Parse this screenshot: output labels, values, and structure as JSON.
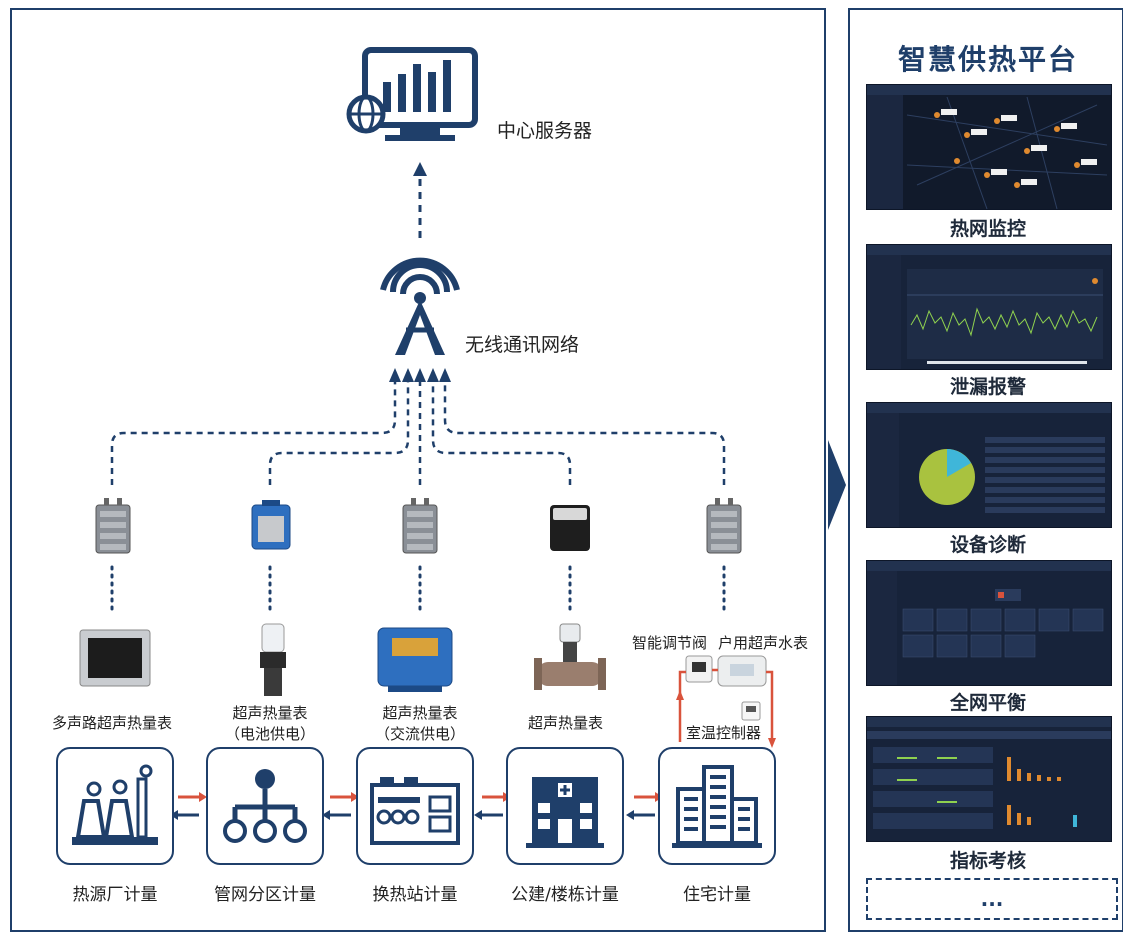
{
  "diagram": {
    "server_label": "中心服务器",
    "network_label": "无线通讯网络",
    "meters": [
      {
        "label": "多声路超声热量表"
      },
      {
        "label": "超声热量表",
        "sub": "（电池供电）"
      },
      {
        "label": "超声热量表",
        "sub": "（交流供电）"
      },
      {
        "label": "超声热量表"
      }
    ],
    "residential_devices": {
      "valve": "智能调节阀",
      "water_meter": "户用超声水表",
      "room_controller": "室温控制器"
    },
    "stages": [
      {
        "label": "热源厂计量"
      },
      {
        "label": "管网分区计量"
      },
      {
        "label": "换热站计量"
      },
      {
        "label": "公建/楼栋计量"
      },
      {
        "label": "住宅计量"
      }
    ]
  },
  "platform": {
    "title": "智慧供热平台",
    "modules": [
      {
        "label": "热网监控"
      },
      {
        "label": "泄漏报警"
      },
      {
        "label": "设备诊断"
      },
      {
        "label": "全网平衡"
      },
      {
        "label": "指标考核"
      }
    ],
    "more": "..."
  },
  "colors": {
    "primary": "#1f3f6a",
    "arrow_red": "#d9533c",
    "screen_bg": "#17233a"
  }
}
